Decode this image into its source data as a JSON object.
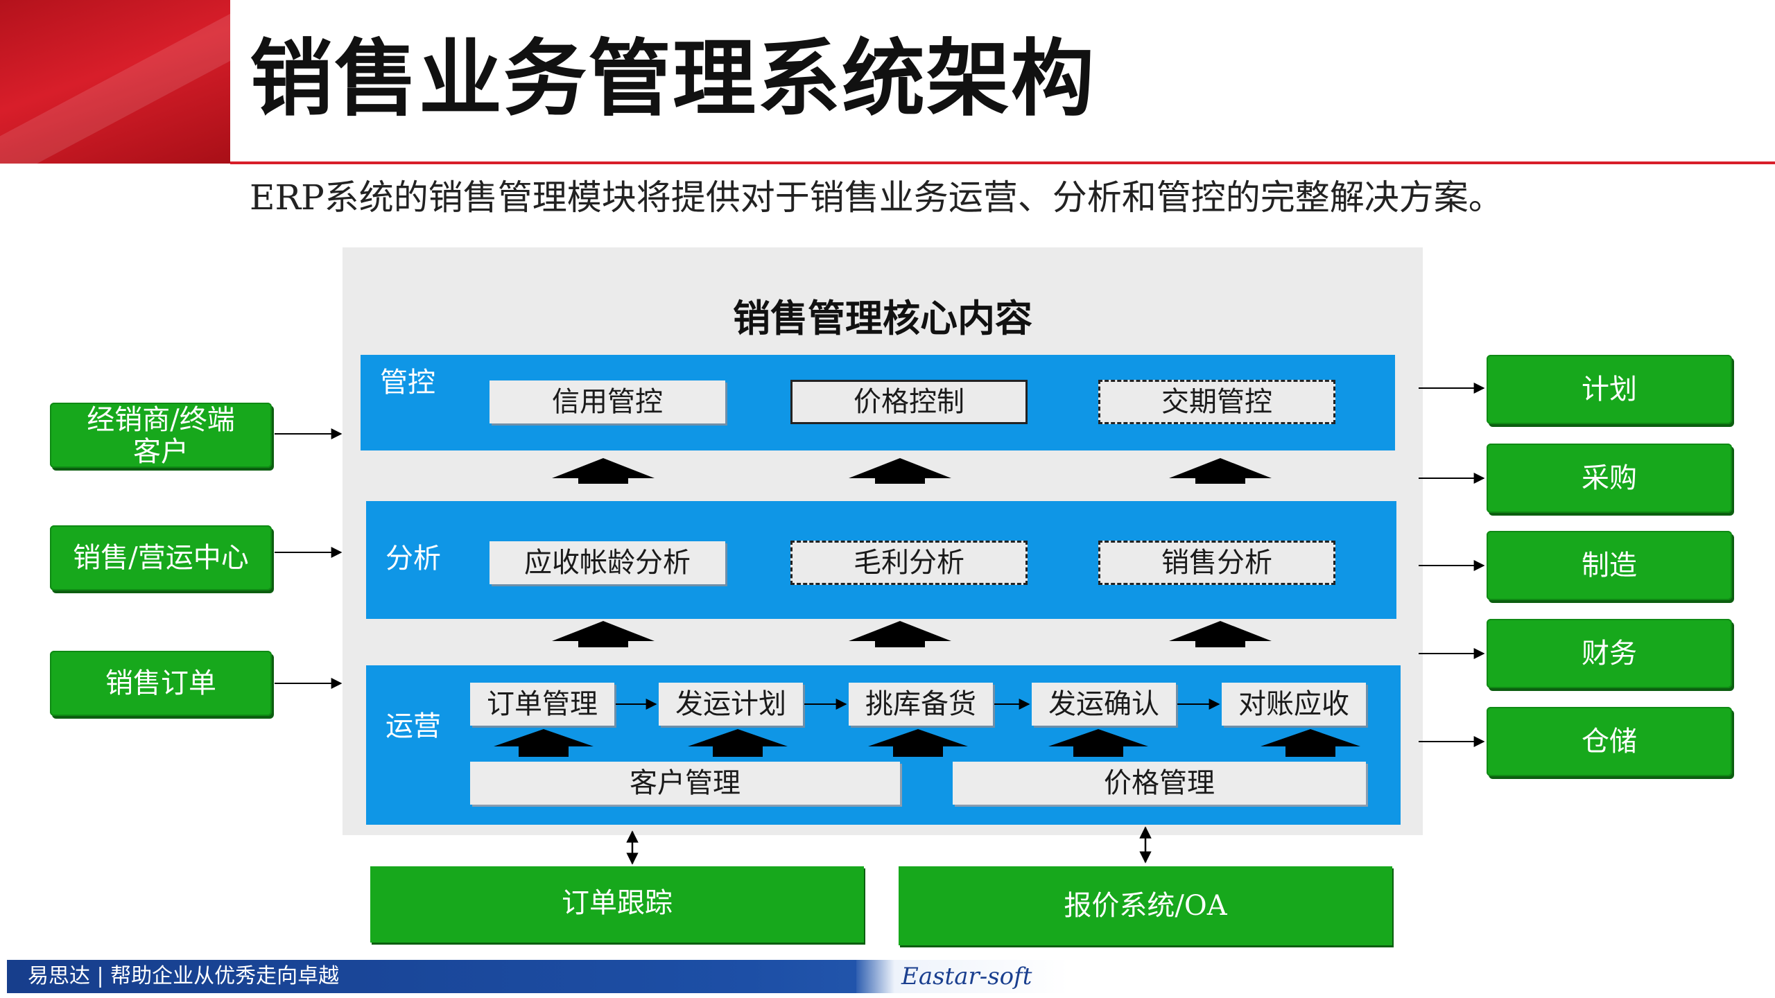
{
  "header": {
    "title": "销售业务管理系统架构",
    "subtitle": "ERP系统的销售管理模块将提供对于销售业务运营、分析和管控的完整解决方案。"
  },
  "core": {
    "title": "销售管理核心内容",
    "bands": {
      "control": {
        "label": "管控",
        "modules": [
          "信用管控",
          "价格控制",
          "交期管控"
        ]
      },
      "analysis": {
        "label": "分析",
        "modules": [
          "应收帐龄分析",
          "毛利分析",
          "销售分析"
        ]
      },
      "operations": {
        "label": "运营",
        "flow": [
          "订单管理",
          "发运计划",
          "挑库备货",
          "发运确认",
          "对账应收"
        ],
        "base": [
          "客户管理",
          "价格管理"
        ]
      }
    }
  },
  "left_inputs": [
    "经销商/终端客户",
    "销售/营运中心",
    "销售订单"
  ],
  "right_outputs": [
    "计划",
    "采购",
    "制造",
    "财务",
    "仓储"
  ],
  "bottom_systems": [
    "订单跟踪",
    "报价系统/OA"
  ],
  "footer": {
    "slogan": "易思达 | 帮助企业从优秀走向卓越",
    "logo": "Eastar-soft"
  },
  "colors": {
    "header_red": "#d81e2a",
    "band_blue": "#0f96e6",
    "green": "#17a81c",
    "panel_gray": "#ebebeb",
    "footer_blue": "#1d4fa6"
  }
}
